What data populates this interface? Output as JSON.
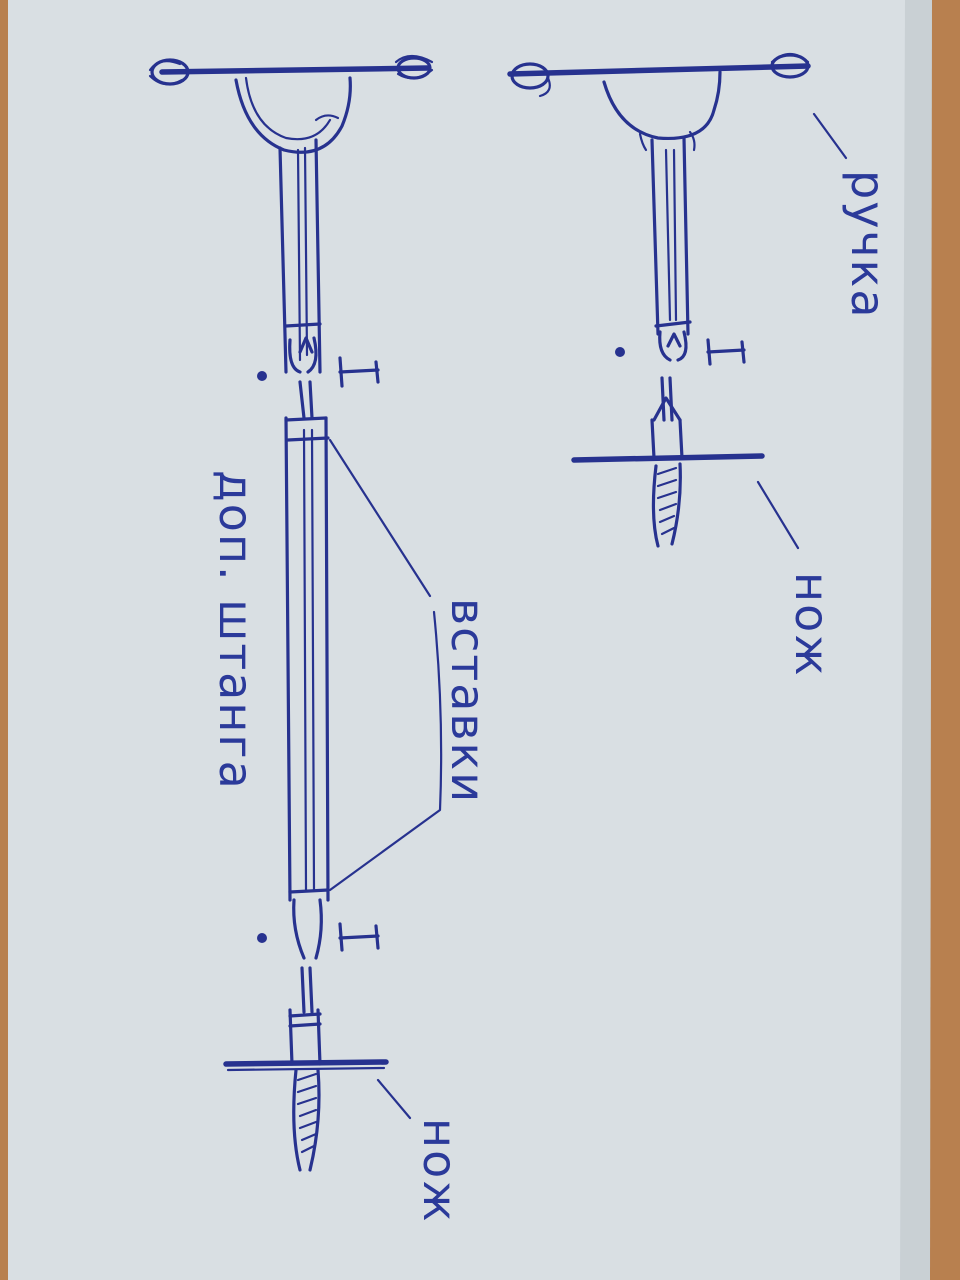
{
  "labels": {
    "handle": "ручка",
    "knife_right": "нож",
    "inserts": "вставки",
    "extra_rod": "доп. штанга",
    "knife_left": "нож"
  },
  "colors": {
    "ink": "#27328f",
    "paper": "#d9dfe3",
    "desk": "#b8804f"
  }
}
